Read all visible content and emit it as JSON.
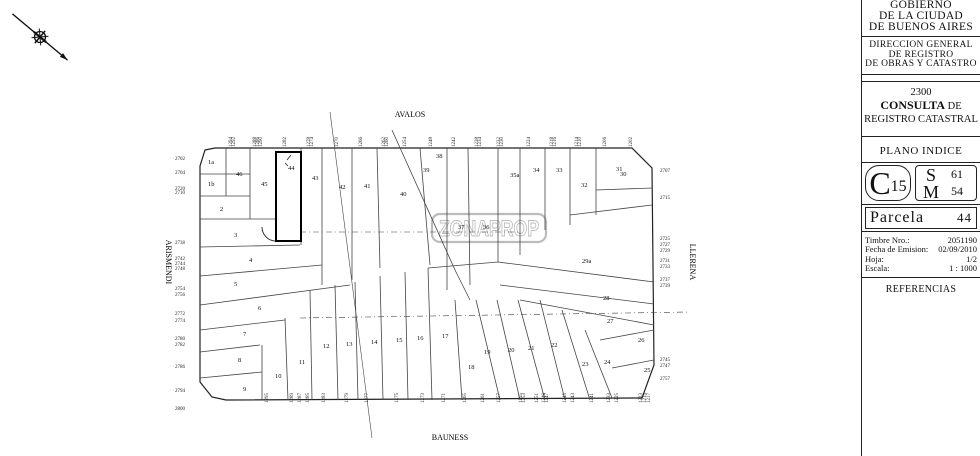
{
  "streets": {
    "top": "AVALOS",
    "bottom": "BAUNESS",
    "left": "ARISMENDI",
    "right": "LLERENA"
  },
  "watermark": "ZONAPROP",
  "sheet": {
    "gov_lines": [
      "GOBIERNO",
      "DE LA CIUDAD",
      "DE BUENOS AIRES"
    ],
    "dir_lines": [
      "DIRECCION GENERAL",
      "DE REGISTRO",
      "DE OBRAS Y CATASTRO"
    ],
    "code": "2300",
    "consulta_bold": "CONSULTA",
    "consulta_de": "DE",
    "registro": "REGISTRO CATASTRAL",
    "plano": "PLANO INDICE",
    "circ_letter": "C",
    "circ_num": "15",
    "s_label": "S",
    "s_value": "61",
    "m_label": "M",
    "m_value": "54",
    "parcela_label": "Parcela",
    "parcela_value": "44",
    "meta": [
      {
        "k": "Timbre Nro.:",
        "v": "2051190"
      },
      {
        "k": "Fecha de Emision:",
        "v": "02/09/2010"
      },
      {
        "k": "Hoja:",
        "v": "1/2"
      },
      {
        "k": "Escala:",
        "v": "1 : 1000"
      }
    ],
    "refs": "REFERENCIAS"
  },
  "lots": [
    "1a",
    "1b",
    "2",
    "3",
    "4",
    "5",
    "6",
    "7",
    "8",
    "9",
    "10",
    "11",
    "12",
    "13",
    "14",
    "15",
    "16",
    "17",
    "18",
    "19",
    "20",
    "21",
    "22",
    "23",
    "24",
    "25",
    "26",
    "27",
    "28",
    "29a",
    "30",
    "31",
    "32",
    "33",
    "34",
    "35a",
    "36",
    "37",
    "38",
    "39",
    "40",
    "41",
    "42",
    "43",
    "44",
    "45",
    "46"
  ],
  "doors_top": [
    "1294",
    "1292",
    "1288",
    "1286",
    "1290",
    "1282",
    "1278",
    "1274",
    "1270",
    "1266",
    "1262",
    "1260",
    "1254",
    "1248",
    "1242",
    "1238",
    "1234",
    "1232",
    "1230",
    "1224",
    "1218",
    "1216",
    "1214",
    "1210",
    "1206",
    "1202"
  ],
  "doors_bottom": [
    "1295",
    "1289",
    "1287",
    "1285",
    "1283",
    "1279",
    "1277",
    "1275",
    "1273",
    "1271",
    "1265",
    "1261",
    "1257",
    "1255",
    "1253",
    "1251",
    "1249",
    "1247",
    "1245",
    "1243",
    "1241",
    "1233",
    "1225",
    "1223",
    "1219",
    "1217"
  ],
  "doors_left": [
    "2702",
    "2704",
    "2710",
    "2720",
    "2738",
    "2742",
    "2744",
    "2748",
    "2754",
    "2756",
    "2772",
    "2774",
    "2780",
    "2782",
    "2786",
    "2794",
    "2800"
  ],
  "doors_right": [
    "2707",
    "2715",
    "2725",
    "2727",
    "2729",
    "2731",
    "2733",
    "2737",
    "2739",
    "2745",
    "2747",
    "2757"
  ]
}
